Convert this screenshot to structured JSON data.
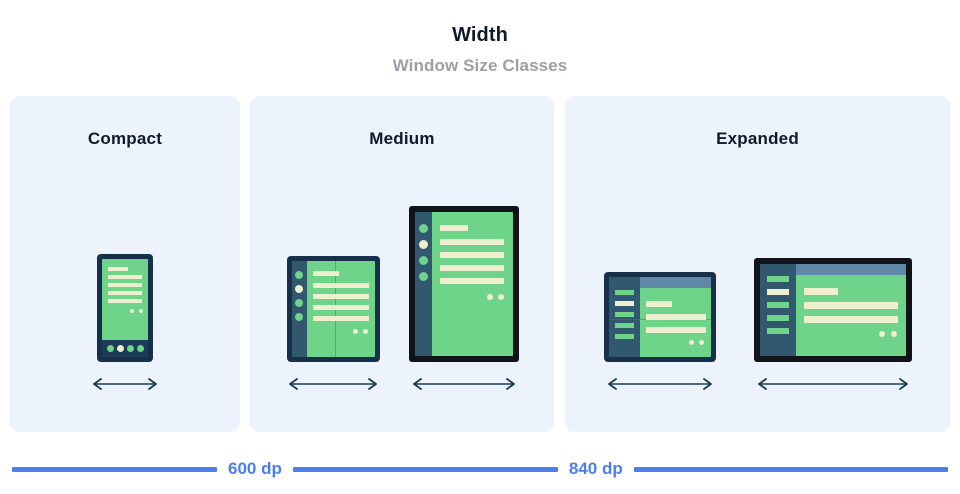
{
  "header": {
    "title": "Width",
    "subtitle": "Window Size Classes"
  },
  "panels": [
    {
      "key": "compact",
      "title": "Compact",
      "devices": [
        {
          "name": "phone-portrait",
          "type": "phone",
          "orientation": "portrait"
        }
      ]
    },
    {
      "key": "medium",
      "title": "Medium",
      "devices": [
        {
          "name": "foldable-portrait",
          "type": "foldable",
          "orientation": "portrait"
        },
        {
          "name": "tablet-portrait",
          "type": "tablet",
          "orientation": "portrait"
        }
      ]
    },
    {
      "key": "expanded",
      "title": "Expanded",
      "devices": [
        {
          "name": "foldable-landscape",
          "type": "foldable",
          "orientation": "landscape"
        },
        {
          "name": "tablet-landscape",
          "type": "tablet",
          "orientation": "landscape"
        }
      ]
    }
  ],
  "ruler": {
    "breakpoints": [
      {
        "label": "600 dp"
      },
      {
        "label": "840 dp"
      }
    ]
  },
  "colors": {
    "panel_background": "#ECF3FD",
    "page_background": "#FFFFFF",
    "title_text": "#0D1B2A",
    "subtitle_text": "#9AA0A6",
    "screen_green": "#6ED48A",
    "content_cream": "#EDEFCF",
    "frame_navy": "#17304A",
    "frame_black": "#101418",
    "nav_rail": "#31586F",
    "app_bar": "#5F88A8",
    "breakpoint_blue": "#4C7FEE",
    "arrow_stroke": "#1B3A55"
  },
  "icons": {
    "width_arrow": "double-headed-horizontal-arrow"
  }
}
